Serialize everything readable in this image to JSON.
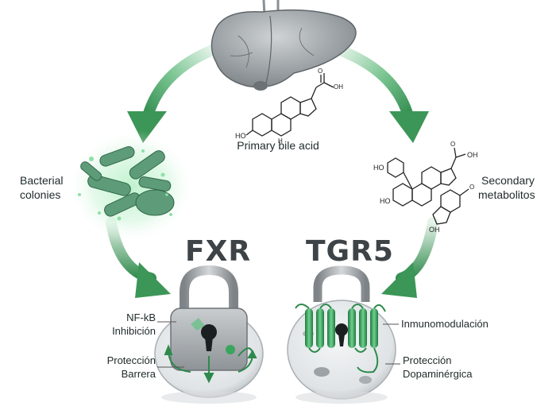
{
  "labels": {
    "primary": "Primary bile acid",
    "bacterial_1": "Bacterial",
    "bacterial_2": "colonies",
    "secondary_1": "Secondary",
    "secondary_2": "metabolitos",
    "fxr": "FXR",
    "tgr5": "TGR5",
    "nfkb_1": "NF-kB",
    "nfkb_2": "Inhibición",
    "prot_barrera_1": "Protección",
    "prot_barrera_2": "Barrera",
    "inmuno": "Inmunomodulación",
    "prot_dopa_1": "Protección",
    "prot_dopa_2": "Dopaminérgica"
  },
  "chem": {
    "ho": "HO",
    "oh": "OH",
    "h": "H",
    "o": "O"
  },
  "colors": {
    "arrow_green": "#3f9a5a",
    "glow_green": "#8fe3a8",
    "bacteria": "#4f8f6a",
    "lock_gray": "#9ea3a6",
    "receptor_green": "#3aa55c",
    "text": "#1f2a2a"
  },
  "icons": [
    "liver-icon",
    "bacteria-icon",
    "padlock-icon",
    "cell-icon",
    "receptor-icon",
    "molecule-icon"
  ]
}
